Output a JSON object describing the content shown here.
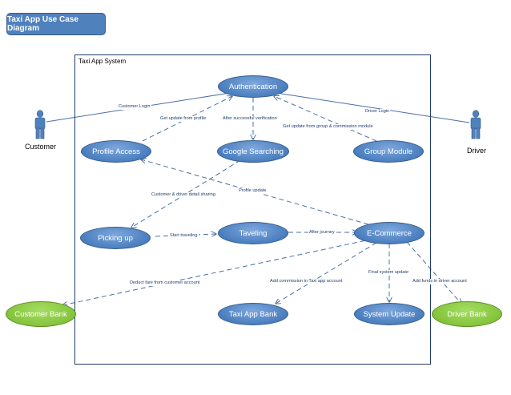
{
  "title": "Taxi App Use Case Diagram",
  "system_label": "Taxi App System",
  "actors": {
    "customer": "Customer",
    "driver": "Driver"
  },
  "use_cases": {
    "authentication": "Authentication",
    "profile_access": "Profile Access",
    "google_searching": "Google Searching",
    "group_module": "Group Module",
    "picking_up": "Picking up",
    "traveling": "Taveling",
    "ecommerce": "E-Commerce",
    "taxi_app_bank": "Taxi App Bank",
    "system_update": "System Update",
    "customer_bank": "Customer Bank",
    "driver_bank": "Driver Bank"
  },
  "connections": {
    "customer_login": "Customer Login",
    "driver_login": "Driver Login",
    "get_update_from_profile": "Get update from profile",
    "after_successful_verification": "After successful verification",
    "get_update_from_group": "Get update from group & commission module",
    "customer_driver_detail_sharing": "Customer & driver detail sharing",
    "profile_update": "Profile update",
    "start_traveling": "Start traveling",
    "after_journey": "After journey",
    "final_system_update": "Final system update",
    "deduct_fare": "Deduct fare from customer account",
    "add_commission": "Add commission in Taxi app account",
    "add_funds_driver": "Add funds in driver account"
  },
  "colors": {
    "use_case_blue": "#4f81bd",
    "use_case_green": "#84c43c",
    "line": "#4a6fa5",
    "actor": "#4f81bd"
  }
}
